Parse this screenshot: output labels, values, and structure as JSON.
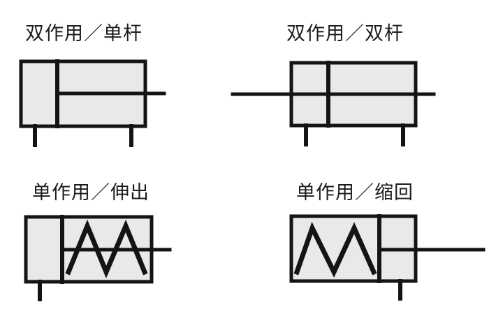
{
  "figure": {
    "description_labels_only": "four pneumatic cylinder symbols",
    "colors": {
      "line": "#141414",
      "fill": "#e9e9e9",
      "text": "#1c1c1c",
      "background": "#ffffff"
    }
  },
  "diagrams": [
    {
      "label": "双作用／单杆"
    },
    {
      "label": "双作用／双杆"
    },
    {
      "label": "单作用／伸出"
    },
    {
      "label": "单作用／缩回"
    }
  ]
}
